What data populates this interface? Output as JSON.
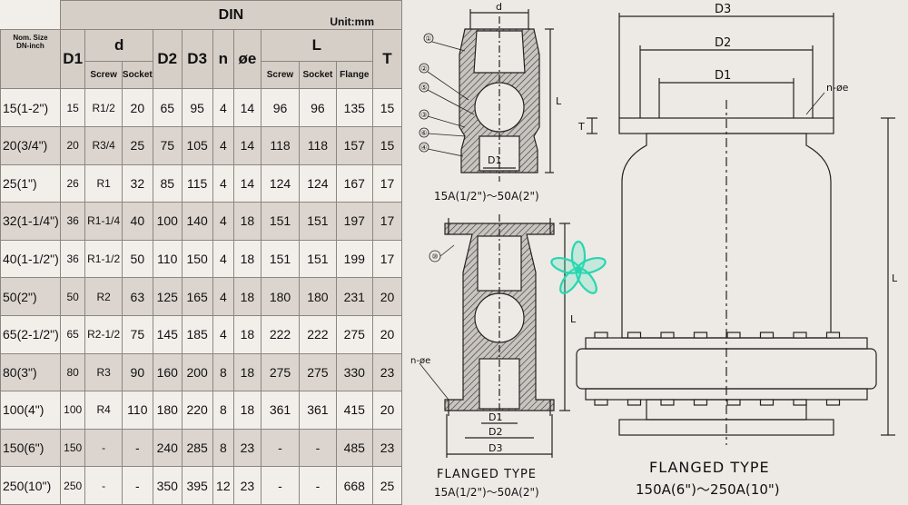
{
  "table": {
    "group_title": "DIN",
    "unit": "Unit:mm",
    "nom_size_label": [
      "Nom. Size",
      "DN-inch"
    ],
    "headers": {
      "d1": "D1",
      "d": "d",
      "d2": "D2",
      "d3": "D3",
      "n": "n",
      "oe": "øe",
      "l": "L",
      "t": "T"
    },
    "sub_headers": {
      "screw": "Screw",
      "socket": "Socket",
      "l_screw": "Screw",
      "l_socket": "Socket",
      "l_flange": "Flange"
    },
    "rows": [
      {
        "size": "15(1-2\")",
        "d1": "15",
        "screw": "R1/2",
        "socket": "20",
        "d2": "65",
        "d3": "95",
        "n": "4",
        "oe": "14",
        "l_screw": "96",
        "l_socket": "96",
        "l_flange": "135",
        "t": "15"
      },
      {
        "size": "20(3/4\")",
        "d1": "20",
        "screw": "R3/4",
        "socket": "25",
        "d2": "75",
        "d3": "105",
        "n": "4",
        "oe": "14",
        "l_screw": "118",
        "l_socket": "118",
        "l_flange": "157",
        "t": "15"
      },
      {
        "size": "25(1\")",
        "d1": "26",
        "screw": "R1",
        "socket": "32",
        "d2": "85",
        "d3": "115",
        "n": "4",
        "oe": "14",
        "l_screw": "124",
        "l_socket": "124",
        "l_flange": "167",
        "t": "17"
      },
      {
        "size": "32(1-1/4\")",
        "d1": "36",
        "screw": "R1-1/4",
        "socket": "40",
        "d2": "100",
        "d3": "140",
        "n": "4",
        "oe": "18",
        "l_screw": "151",
        "l_socket": "151",
        "l_flange": "197",
        "t": "17"
      },
      {
        "size": "40(1-1/2\")",
        "d1": "36",
        "screw": "R1-1/2",
        "socket": "50",
        "d2": "110",
        "d3": "150",
        "n": "4",
        "oe": "18",
        "l_screw": "151",
        "l_socket": "151",
        "l_flange": "199",
        "t": "17"
      },
      {
        "size": "50(2\")",
        "d1": "50",
        "screw": "R2",
        "socket": "63",
        "d2": "125",
        "d3": "165",
        "n": "4",
        "oe": "18",
        "l_screw": "180",
        "l_socket": "180",
        "l_flange": "231",
        "t": "20"
      },
      {
        "size": "65(2-1/2\")",
        "d1": "65",
        "screw": "R2-1/2",
        "socket": "75",
        "d2": "145",
        "d3": "185",
        "n": "4",
        "oe": "18",
        "l_screw": "222",
        "l_socket": "222",
        "l_flange": "275",
        "t": "20"
      },
      {
        "size": "80(3\")",
        "d1": "80",
        "screw": "R3",
        "socket": "90",
        "d2": "160",
        "d3": "200",
        "n": "8",
        "oe": "18",
        "l_screw": "275",
        "l_socket": "275",
        "l_flange": "330",
        "t": "23"
      },
      {
        "size": "100(4\")",
        "d1": "100",
        "screw": "R4",
        "socket": "110",
        "d2": "180",
        "d3": "220",
        "n": "8",
        "oe": "18",
        "l_screw": "361",
        "l_socket": "361",
        "l_flange": "415",
        "t": "20"
      },
      {
        "size": "150(6\")",
        "d1": "150",
        "screw": "-",
        "socket": "-",
        "d2": "240",
        "d3": "285",
        "n": "8",
        "oe": "23",
        "l_screw": "-",
        "l_socket": "-",
        "l_flange": "485",
        "t": "23"
      },
      {
        "size": "250(10\")",
        "d1": "250",
        "screw": "-",
        "socket": "-",
        "d2": "350",
        "d3": "395",
        "n": "12",
        "oe": "23",
        "l_screw": "-",
        "l_socket": "-",
        "l_flange": "668",
        "t": "25"
      }
    ]
  },
  "drawings": {
    "top_small": {
      "label_d": "d",
      "label_d1": "D1",
      "label_l": "L",
      "caption": "15A(1/2\")～50A(2\")",
      "parts": [
        "①",
        "②",
        "⑤",
        "③",
        "⑥",
        "④"
      ]
    },
    "bottom_small": {
      "label_d1": "D1",
      "label_d2": "D2",
      "label_d3": "D3",
      "label_noe": "n-øe",
      "label_l": "L",
      "part": "⑩",
      "caption_title": "FLANGED TYPE",
      "caption_range": "15A(1/2\")～50A(2\")"
    },
    "large": {
      "label_d3": "D3",
      "label_d2": "D2",
      "label_d1": "D1",
      "label_noe": "n-øe",
      "label_t": "T",
      "label_l": "L",
      "caption_title": "FLANGED TYPE",
      "caption_range": "150A(6\")～250A(10\")"
    }
  }
}
